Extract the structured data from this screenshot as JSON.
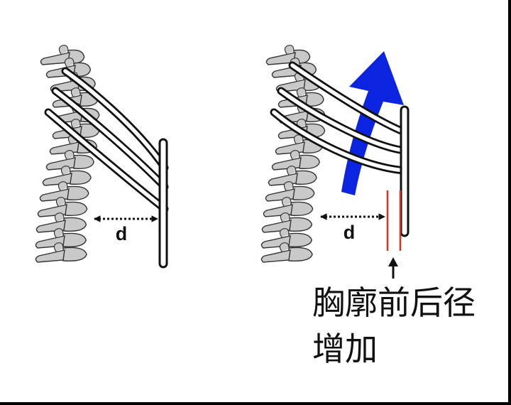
{
  "diagram": {
    "panels": [
      {
        "distance_label": "d"
      },
      {
        "distance_label": "d"
      }
    ],
    "caption": {
      "line1": "胸廓前后径",
      "line2": "增加"
    },
    "colors": {
      "arrow": "#0a24e0",
      "marker_lines": "#e0301e",
      "vertebra_fill": "#c9c9c9",
      "outline": "#111111"
    },
    "icons": [
      "dotted-double-arrow",
      "up-arrow",
      "curved-blue-arrow"
    ]
  }
}
